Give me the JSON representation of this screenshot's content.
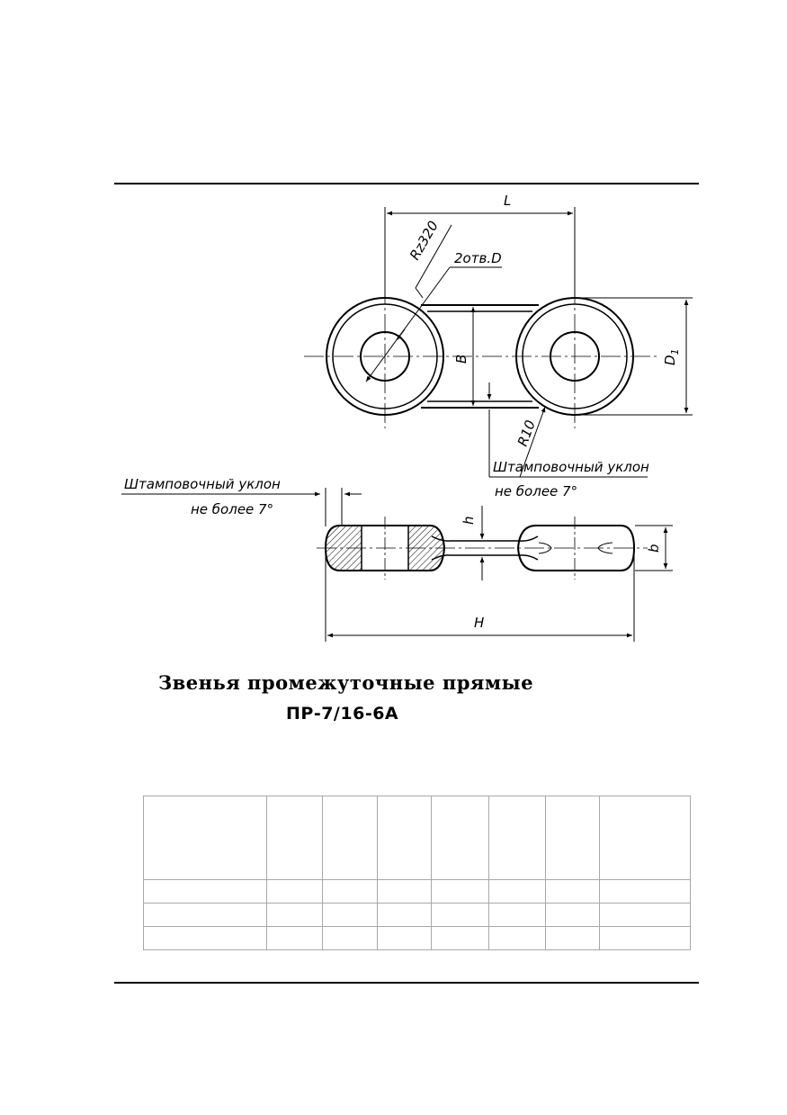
{
  "drawing": {
    "dim_L": "L",
    "dim_roughness": "Rz320",
    "dim_holes": "2отв.D",
    "dim_B": "B",
    "dim_D1": "D",
    "dim_D1_sub": "1",
    "dim_R10": "R10",
    "note_right_line1": "Штамповочный уклон",
    "note_right_line2": "не более 7°",
    "note_left_line1": "Штамповочный уклон",
    "note_left_line2": "не более 7°",
    "dim_h": "h",
    "dim_b": "b",
    "dim_H": "H"
  },
  "title": {
    "line1": "Звенья промежуточные прямые",
    "line2": "ПР-7/16-6А"
  },
  "table": {
    "columns": 8,
    "rows": [
      [
        "",
        "",
        "",
        "",
        "",
        "",
        "",
        ""
      ],
      [
        "",
        "",
        "",
        "",
        "",
        "",
        "",
        ""
      ],
      [
        "",
        "",
        "",
        "",
        "",
        "",
        "",
        ""
      ]
    ]
  }
}
